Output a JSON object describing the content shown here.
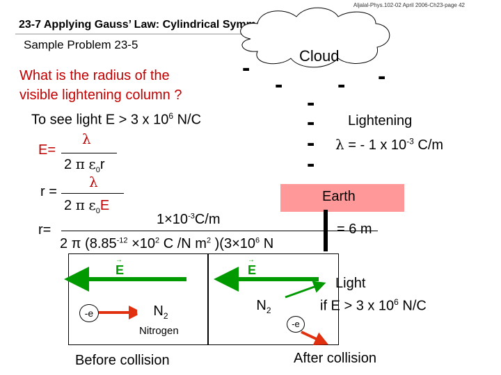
{
  "footer": "Aljalal-Phys.102-02 April 2006-Ch23-page 42",
  "title": "23-7 Applying Gauss’ Law: Cylindrical Symmetry",
  "subtitle": "Sample Problem 23-5",
  "question": {
    "line1": "What is the radius of the",
    "line2": "visible lightening column ?"
  },
  "condition": {
    "text": "To see light E > 3 x 10",
    "exp": "6",
    "unit": " N/C"
  },
  "diagram": {
    "cloud_label": "Cloud",
    "charge_sign": "-",
    "lightning_label": "Lightening",
    "lambda_symbol": "λ",
    "lambda_text": " = - 1 x 10",
    "lambda_exp": "-3",
    "lambda_unit": " C/m",
    "earth_label": "Earth"
  },
  "formulas": {
    "e_lhs": "E=",
    "r_lhs": "r =",
    "r2_lhs": "r=",
    "lambda": "λ",
    "two": "2",
    "pi": "π",
    "eps": "ε",
    "sub0": "0",
    "r_var": "r",
    "e_var": "E",
    "numerator": "1×10",
    "num_exp": "-3",
    "num_unit": "C/m",
    "den_a": "2   π (8.85",
    "den_b": "×10",
    "den_c": "C",
    "den_d": "/N m",
    "den_e": ")(3×10",
    "den_f": "N",
    "den_exp_12": "-12",
    "den_exp_2a": "2",
    "den_exp_2b": "2",
    "den_exp_6": "6",
    "result": "= 6 m"
  },
  "panels": {
    "e_field_label": "E",
    "arrow_mark": "→",
    "electron": "-e",
    "molecule": "N",
    "molecule_sub": "2",
    "nitrogen_label": "Nitrogen",
    "before_label": "Before collision",
    "after_label": "After collision",
    "light_label": "Light",
    "light_condition": "if E > 3 x 10",
    "light_exp": "6",
    "light_unit": " N/C"
  },
  "colors": {
    "accent_red": "#c00000",
    "arrow_green": "#009900",
    "arrow_red": "#e03010",
    "earth_fill": "#ff9999",
    "panel_fill": "#ffffff"
  }
}
